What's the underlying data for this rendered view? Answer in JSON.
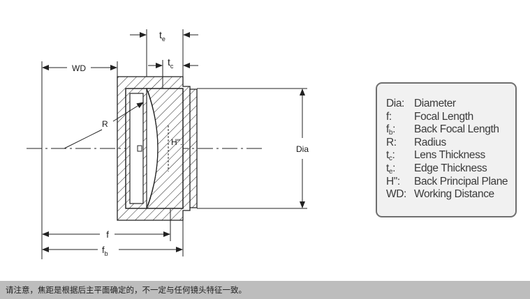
{
  "diagram": {
    "labels": {
      "te_main": "t",
      "te_sub": "e",
      "tc_main": "t",
      "tc_sub": "c",
      "wd": "WD",
      "r": "R",
      "h": "H\".",
      "dia": "Dia",
      "f": "f",
      "fb_main": "f",
      "fb_sub": "b"
    },
    "legend": [
      {
        "key": "Dia:",
        "sub": "",
        "text": "Diameter"
      },
      {
        "key": "f:",
        "sub": "",
        "text": "Focal Length"
      },
      {
        "key": "f",
        "sub": "b",
        "text": "Back Focal Length",
        "suffix": ":"
      },
      {
        "key": "R:",
        "sub": "",
        "text": "Radius"
      },
      {
        "key": "t",
        "sub": "c",
        "text": "Lens Thickness",
        "suffix": ":"
      },
      {
        "key": "t",
        "sub": "e",
        "text": "Edge Thickness",
        "suffix": ":"
      },
      {
        "key": "H\":",
        "sub": "",
        "text": "Back Principal Plane"
      },
      {
        "key": "WD:",
        "sub": "",
        "text": "Working Distance"
      }
    ],
    "colors": {
      "line": "#222222",
      "legend_border": "#6f6f6f",
      "legend_bg": "#f1f1f1",
      "note_bg": "#bdbdbd"
    }
  },
  "note": "请注意，焦距是根据后主平面确定的，不一定与任何镜头特征一致。"
}
